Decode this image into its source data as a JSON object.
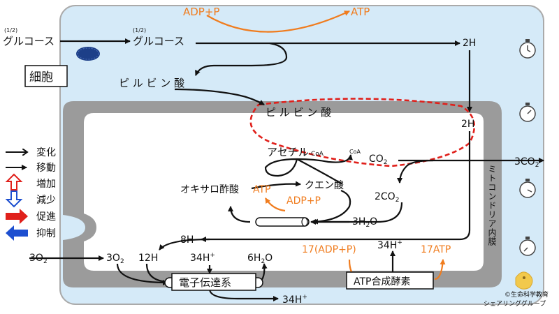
{
  "cell": {
    "label": "細胞",
    "glucose_outer_fraction": "(1/2)",
    "glucose_outer": "グルコース",
    "glucose_inner_fraction": "(1/2)",
    "glucose_inner": "グルコース",
    "glycolysis_input": "ADP+P",
    "glycolysis_output": "ATP",
    "pyruvate_cytosol": "ピ ル ビ ン 酸",
    "hydrogen_top": "2H"
  },
  "mitochondria": {
    "label": "ミトコンドリア内膜",
    "pyruvate": "ピ ル ビ ン 酸",
    "hydrogen_mid": "2H",
    "acetyl": "アセチル",
    "acetyl_coa_suffix": "-CoA",
    "coa": "CoA",
    "co2": "CO",
    "co2_sub": "2",
    "co2_out": "3CO",
    "co2_out_sub": "2",
    "twoco2": "2CO",
    "twoco2_sub": "2",
    "oxaloacetate": "オキサロ酢酸",
    "citrate": "クエン酸",
    "cycle_atp": "ATP",
    "cycle_adp": "ADP+P",
    "water_in": "3H",
    "water_in_sub": "2",
    "water_in_suffix": "O",
    "h8": "8H",
    "o2_outer": "3O",
    "o2_outer_sub": "2",
    "o2_inner": "3O",
    "o2_inner_sub": "2",
    "h12": "12H",
    "h34": "34H",
    "h34_sup": "+",
    "water_out": "6H",
    "water_out_sub": "2",
    "water_out_suffix": "O",
    "etc": "電子伝達系",
    "synthase_adp": "17(ADP+P)",
    "synthase_h": "34H",
    "synthase_h_sup": "+",
    "synthase_atp": "17ATP",
    "synthase": "ATP合成酵素",
    "h34_bottom": "34H",
    "h34_bottom_sup": "+"
  },
  "legend": [
    {
      "label": "変化"
    },
    {
      "label": "移動"
    },
    {
      "label": "増加"
    },
    {
      "label": "減少"
    },
    {
      "label": "促進"
    },
    {
      "label": "抑制"
    }
  ],
  "copyright": {
    "line1": "©生命科学教育",
    "line2": "シェアリンググループ"
  },
  "colors": {
    "cell_fill": "#d5eaf8",
    "membrane": "#9b9b9b",
    "orange": "#f07c1e",
    "dashed_red": "#e0201b",
    "blue": "#1d4fd0",
    "red": "#e0201b"
  },
  "icons": [
    "stopwatch-icon",
    "stopwatch-icon",
    "stopwatch-icon",
    "stopwatch-icon"
  ]
}
